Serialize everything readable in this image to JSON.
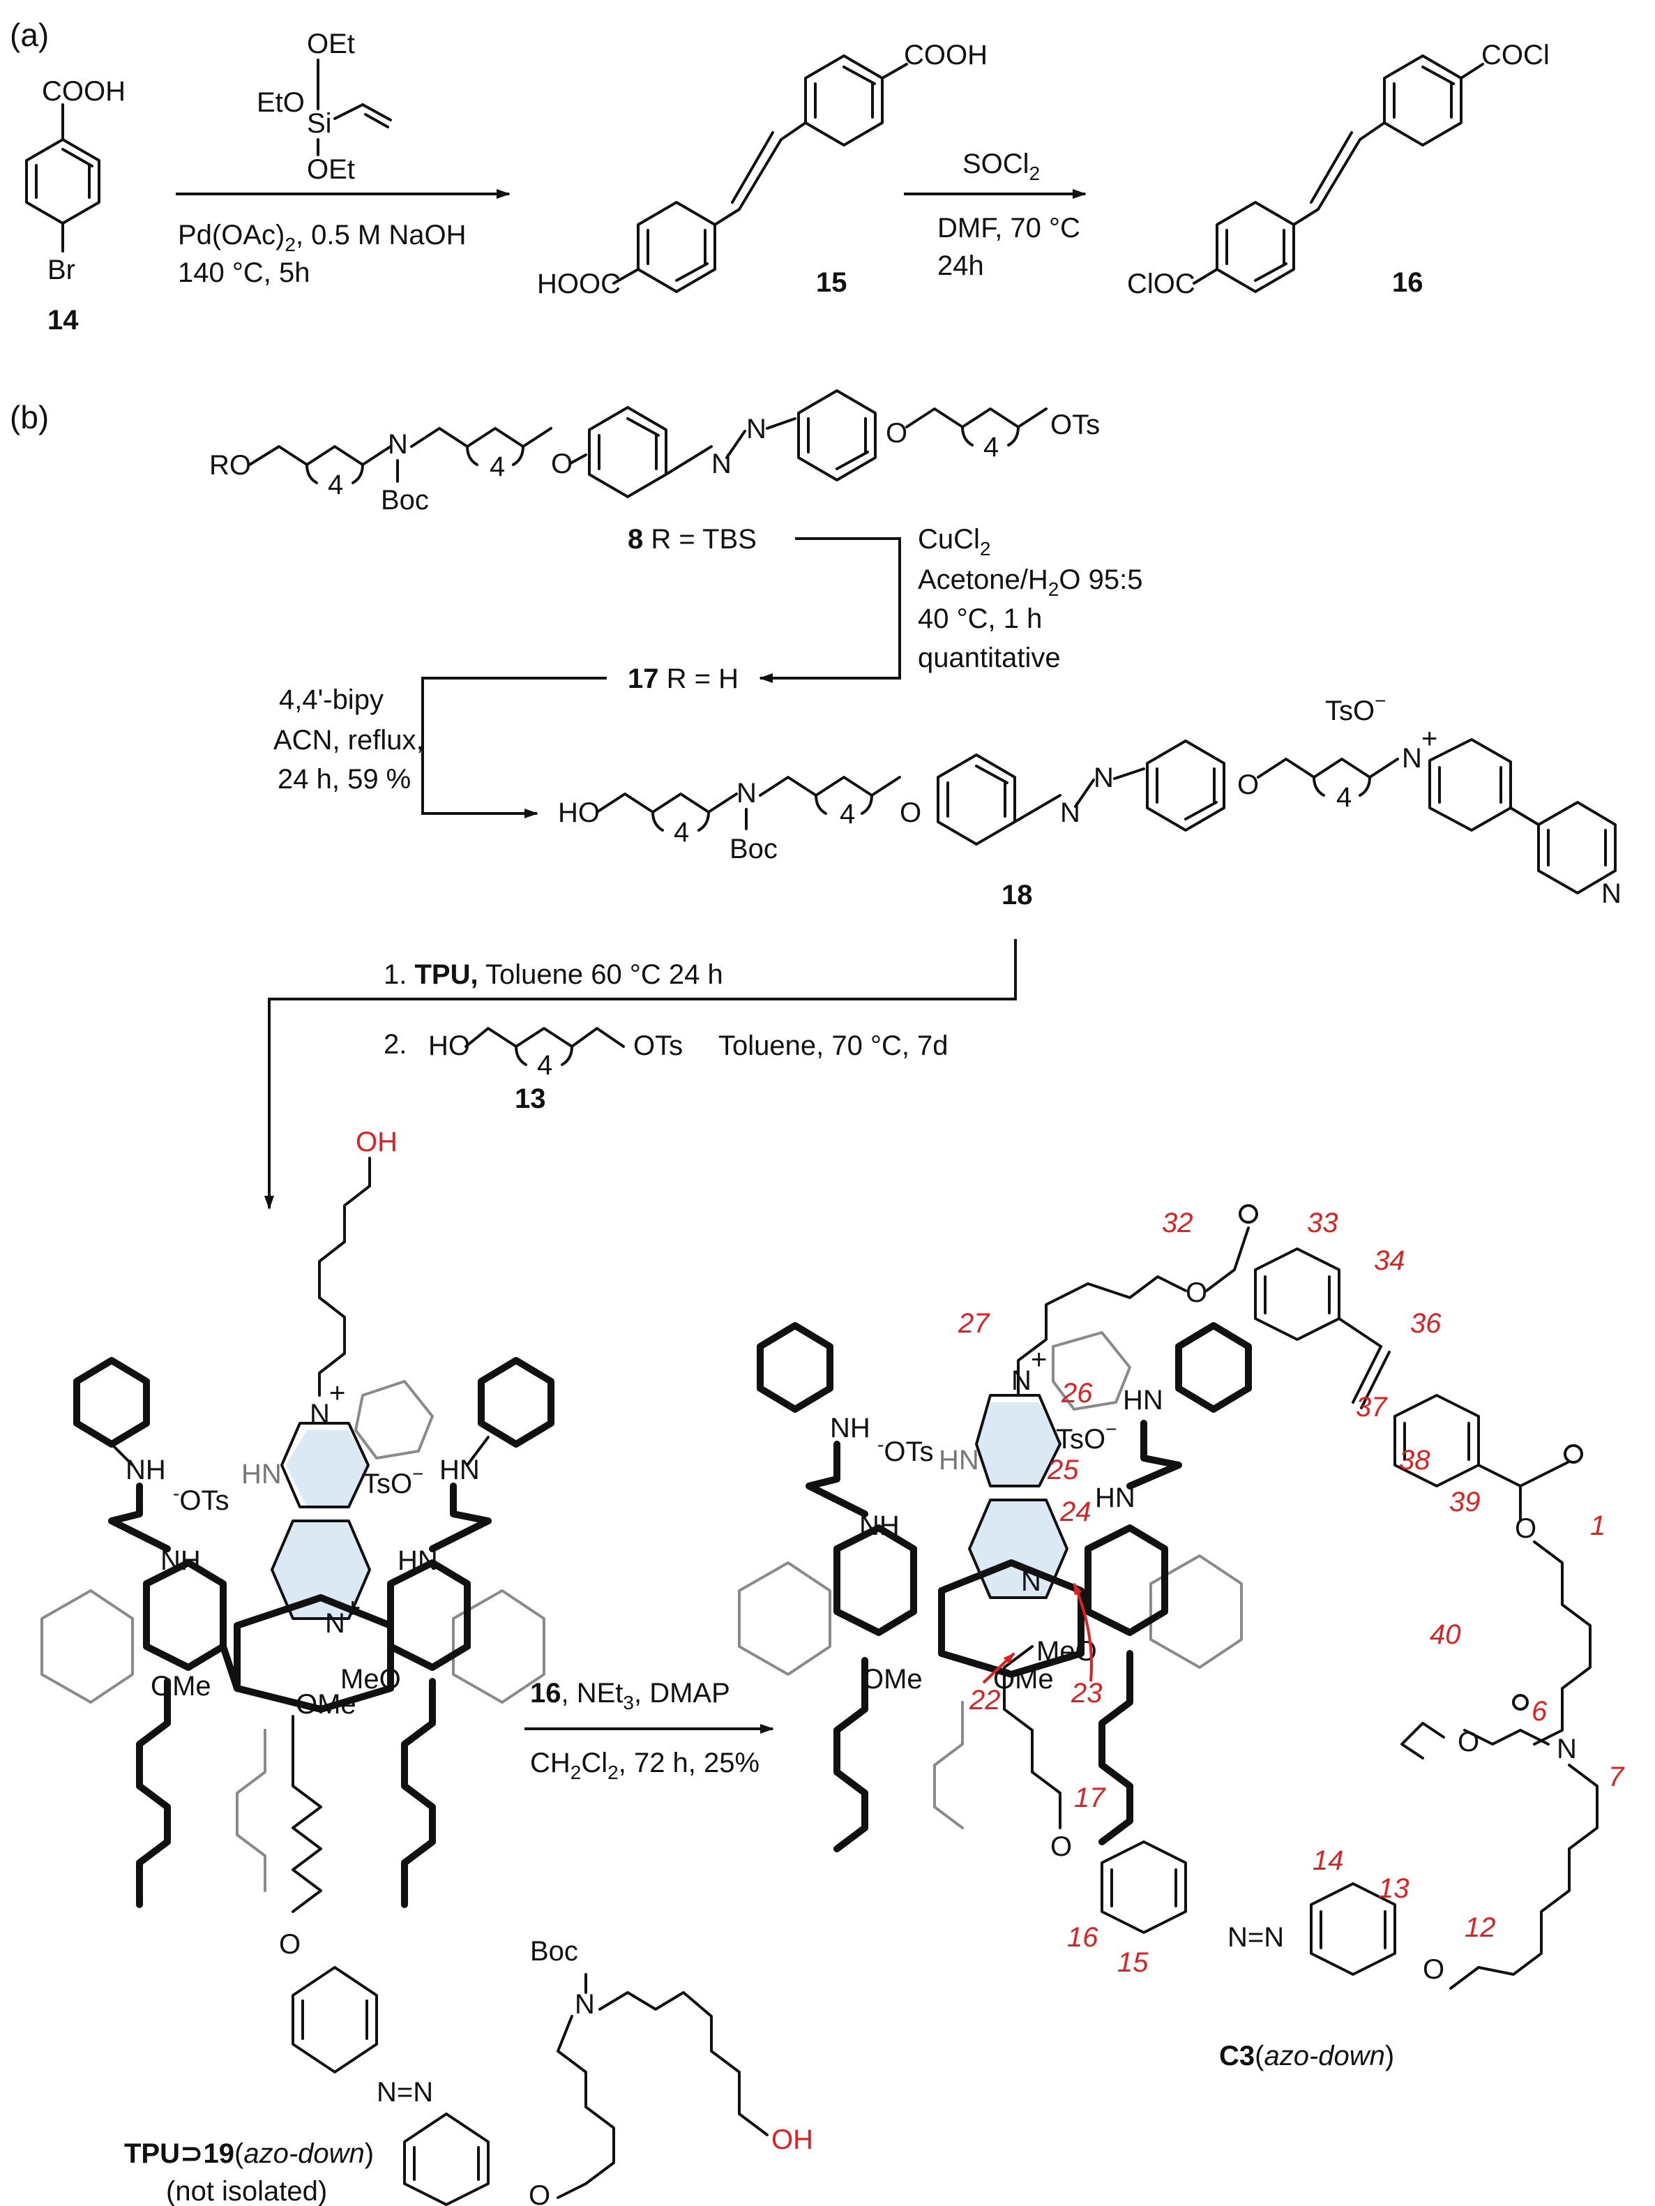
{
  "panels": {
    "a": "(a)",
    "b": "(b)"
  },
  "part_a": {
    "cmpd14": {
      "id": "14",
      "cooh": "COOH",
      "br": "Br"
    },
    "reagent1": {
      "oet_top": "OEt",
      "eto": "EtO",
      "si": "Si",
      "oet_bottom": "OEt"
    },
    "cond1": {
      "line1": "Pd(OAc)",
      "sub1": "2",
      "line1b": ", 0.5 M NaOH",
      "line2": "140 °C, 5h"
    },
    "cmpd15": {
      "id": "15",
      "cooh_top": "COOH",
      "cooh_bottom": "HOOC"
    },
    "cond2": {
      "reagent": "SOCl",
      "sub": "2",
      "line2": "DMF, 70 °C",
      "line3": "24h"
    },
    "cmpd16": {
      "id": "16",
      "cocl_top": "COCl",
      "cocl_bottom": "ClOC"
    }
  },
  "part_b": {
    "cmpd8_top": {
      "ro": "RO",
      "four1": "4",
      "n": "N",
      "boc": "Boc",
      "four2": "4",
      "o1": "O",
      "azo": "N",
      "o2": "O",
      "four3": "4",
      "ots": "OTs"
    },
    "cmpd8": {
      "id": "8",
      "rest": " R = TBS"
    },
    "cond3": {
      "l1": "CuCl",
      "l1sub": "2",
      "l2": "Acetone/H",
      "l2sub": "2",
      "l2b": "O 95:5",
      "l3": "40 °C, 1 h",
      "l4": "quantitative"
    },
    "cmpd17": {
      "id": "17",
      "rest": " R = H"
    },
    "cond4": {
      "l1": "4,4'-bipy",
      "l2": "ACN, reflux,",
      "l3": "24 h, 59 %"
    },
    "cmpd18": {
      "id": "18",
      "ho": "HO",
      "four": "4",
      "n": "N",
      "boc": "Boc",
      "o": "O",
      "tso": "TsO",
      "minus": "−",
      "nplus": "N",
      "plus": "+",
      "npy": "N"
    },
    "cond5": {
      "step1_num": "1. ",
      "step1_bold": "TPU,",
      "step1_rest": " Toluene 60 °C 24 h",
      "step2_num": "2.",
      "ho": "HO",
      "four": "4",
      "ots": "OTs",
      "step2_rest": "Toluene, 70 °C, 7d",
      "cmpd13": "13"
    },
    "cond6": {
      "reagent_bold": "16",
      "reagent_rest": ", NEt",
      "sub": "3",
      "reagent_rest2": ", DMAP",
      "l2": "CH",
      "l2sub": "2",
      "l2b": "Cl",
      "l2sub2": "2",
      "l2c": ", 72 h, 25%"
    },
    "tpu19": {
      "oh_top": "OH",
      "nplus": "N",
      "plus": "+",
      "nh1": "NH",
      "ots1": "OTs",
      "ots1_minus": "-",
      "hn_gray": "HN",
      "tso": "TsO",
      "tso_minus": "−",
      "hn2": "HN",
      "nh_left": "NH",
      "hn_right": "HN",
      "ome1": "OMe",
      "ome2": "OMe",
      "meo": "MeO",
      "n_center": "N",
      "plus2": "+",
      "boc": "Boc",
      "n_boc": "N",
      "oh_bottom": "OH",
      "azo": "N=N",
      "o1": "O",
      "o2": "O",
      "label_bold": "TPU⊃19",
      "label_ital": "azo-down",
      "label_sub": "(not isolated)"
    },
    "c3": {
      "label_bold": "C3",
      "label_ital": "azo-down",
      "nplus": "N",
      "plus": "+",
      "nh": "NH",
      "ots": "OTs",
      "ots_minus": "-",
      "hn_gray": "HN",
      "tso": "TsO",
      "tso_minus": "−",
      "hn2": "HN",
      "hn3": "HN",
      "ome": "OMe",
      "ome2": "OMe",
      "meo": "MeO",
      "n_center": "N",
      "n_boc": "N",
      "azo": "N=N",
      "o": "O",
      "numbers": [
        "32",
        "33",
        "34",
        "27",
        "36",
        "26",
        "25",
        "37",
        "38",
        "24",
        "39",
        "1",
        "40",
        "22",
        "23",
        "6",
        "17",
        "7",
        "14",
        "13",
        "16",
        "12",
        "15"
      ]
    }
  }
}
